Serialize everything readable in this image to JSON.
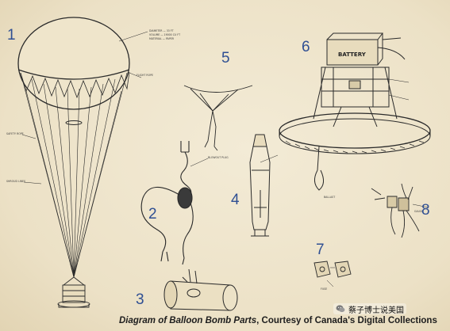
{
  "part_numbers": [
    "1",
    "2",
    "3",
    "4",
    "5",
    "6",
    "7",
    "8"
  ],
  "battery_label": "BATTERY",
  "caption": {
    "italic_part": "Diagram of Balloon Bomb Parts",
    "rest": ", Courtesy of Canada's Digital Collections"
  },
  "watermark": {
    "text": "蔡子博士说美国",
    "icon": "wechat-logo-icon"
  },
  "tiny_labels": {
    "balloon_spec": [
      "DIAMETER — 33 FT",
      "VOLUME — 19000 CU FT",
      "MATERIAL — PAPER"
    ],
    "flight_rope": "FLIGHT ROPE",
    "safety_rope": "SAFETY ROPE",
    "shroud_lines": "SHROUD LINES",
    "blowout_plug": "BLOWOUT PLUG",
    "fuse": "FUSE",
    "ballast": "BALLAST",
    "gauge": "GAUGE"
  }
}
